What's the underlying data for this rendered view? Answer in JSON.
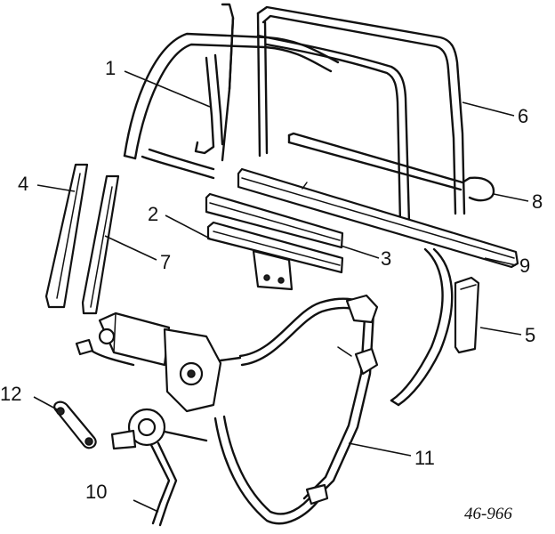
{
  "diagram": {
    "reference_code": "46-966",
    "callouts": [
      {
        "id": "1",
        "text": "1"
      },
      {
        "id": "2",
        "text": "2"
      },
      {
        "id": "3",
        "text": "3"
      },
      {
        "id": "4",
        "text": "4"
      },
      {
        "id": "5",
        "text": "5"
      },
      {
        "id": "6",
        "text": "6"
      },
      {
        "id": "7",
        "text": "7"
      },
      {
        "id": "8",
        "text": "8"
      },
      {
        "id": "9",
        "text": "9"
      },
      {
        "id": "10",
        "text": "10"
      },
      {
        "id": "11",
        "text": "11"
      },
      {
        "id": "12",
        "text": "12"
      }
    ]
  }
}
